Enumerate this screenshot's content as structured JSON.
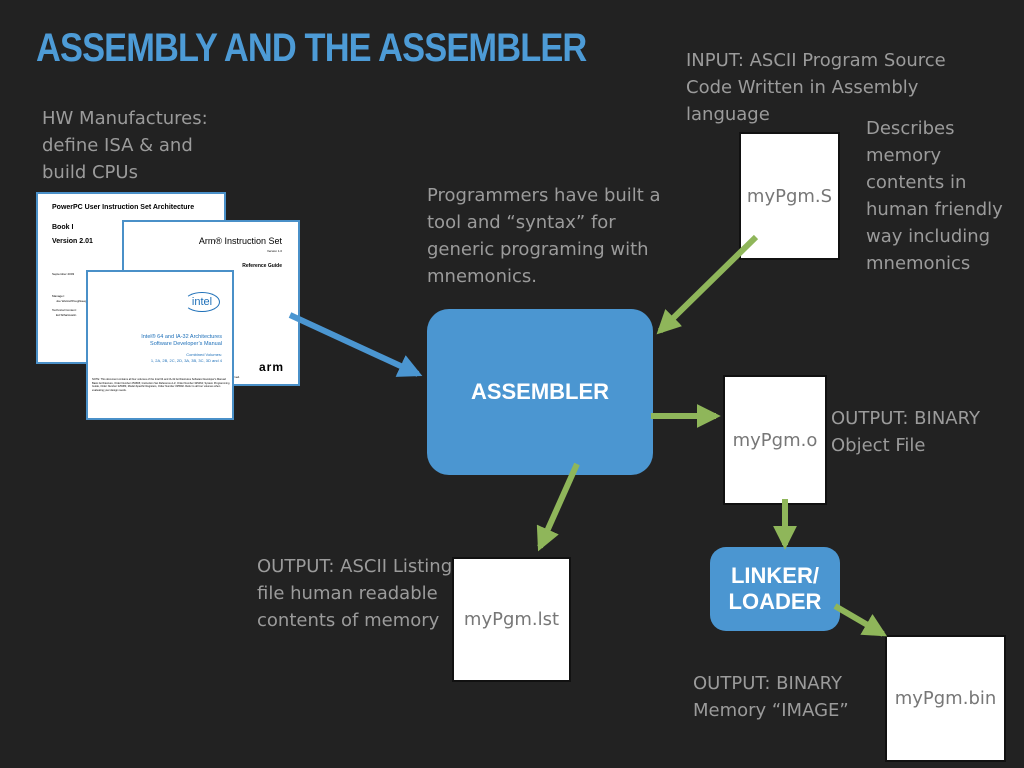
{
  "title": "ASSEMBLY AND THE ASSEMBLER",
  "texts": {
    "hw": "HW Manufactures: define ISA & and build CPUs",
    "input": "INPUT: ASCII Program Source Code Written in Assembly language",
    "describes": "Describes memory contents in human friendly way including mnemonics",
    "programmers": "Programmers have built a tool and “syntax” for generic programing with mnemonics.",
    "output_obj": "OUTPUT: BINARY Object File",
    "output_lst": "OUTPUT: ASCII Listing file human readable contents of memory",
    "output_bin": "OUTPUT: BINARY Memory “IMAGE”"
  },
  "files": {
    "source": "myPgm.S",
    "object": "myPgm.o",
    "listing": "myPgm.lst",
    "binary": "myPgm.bin"
  },
  "boxes": {
    "assembler": "ASSEMBLER",
    "linker_line1": "LINKER/",
    "linker_line2": "LOADER"
  },
  "docs": {
    "powerpc": {
      "title": "PowerPC User Instruction Set Architecture",
      "book": "Book I",
      "version": "Version 2.01",
      "date": "September 2003",
      "manager_label": "Manager:",
      "manager": "Joe Wetzel/Poughkeepsie",
      "contact_label": "Technical Content:",
      "contact": "Ed Silha/Austin"
    },
    "arm": {
      "title": "Arm® Instruction Set",
      "version": "Version 1.0",
      "subtitle": "Reference Guide",
      "rights": "All rights reserved.",
      "logo": "arm"
    },
    "intel": {
      "logo": "intel",
      "title1": "Intel® 64 and IA-32 Architectures",
      "title2": "Software Developer’s Manual",
      "combined": "Combined Volumes:",
      "volumes": "1, 2A, 2B, 2C, 2D, 3A, 3B, 3C, 3D and 4",
      "note": "NOTE: This document contains all four volumes of the Intel 64 and IA-32 Architectures Software Developer's Manual: Basic Architecture, Order Number 253665; Instruction Set Reference A-Z, Order Number 325462; System Programming Guide, Order Number 325384; Model-Specific Registers, Order Number 335592. Refer to all four volumes when evaluating your design needs."
    }
  },
  "colors": {
    "background": "#222222",
    "title": "#4d9bd6",
    "box": "#4b96d1",
    "text": "#9b9b9b",
    "arrow_green": "#8fb65a",
    "arrow_blue": "#4b96d1"
  }
}
